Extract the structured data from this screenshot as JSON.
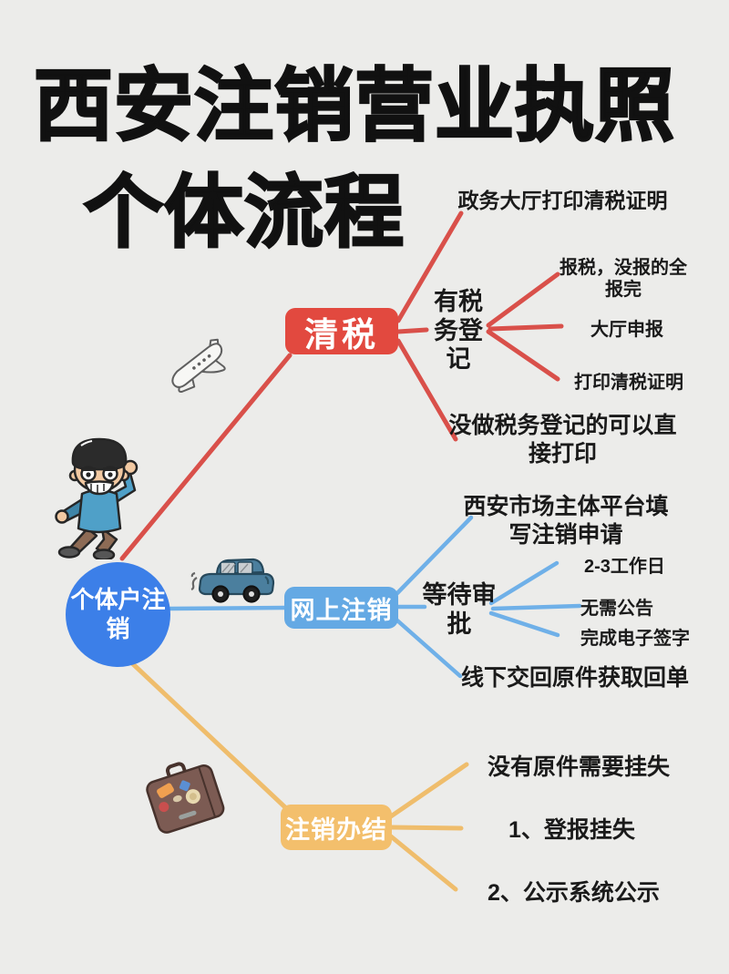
{
  "title": {
    "line1": "西安注销营业执照",
    "line2": "个体流程"
  },
  "root": {
    "label": "个体户注销"
  },
  "branches": [
    {
      "node": "清税",
      "color": "#E2493F",
      "children": [
        {
          "label": "政务大厅打印清税证明"
        },
        {
          "label": "有税务登记",
          "children": [
            "报税，没报的全报完",
            "大厅申报",
            "打印清税证明"
          ]
        },
        {
          "label": "没做税务登记的可以直接打印"
        }
      ]
    },
    {
      "node": "网上注销",
      "color": "#64A9E4",
      "children": [
        {
          "label": "西安市场主体平台填写注销申请"
        },
        {
          "label": "等待审批",
          "children": [
            "2-3工作日",
            "无需公告",
            "完成电子签字"
          ]
        },
        {
          "label": "线下交回原件获取回单"
        }
      ]
    },
    {
      "node": "注销办结",
      "color": "#F3BF6C",
      "children": [
        {
          "label": "没有原件需要挂失"
        },
        {
          "label": "1、登报挂失"
        },
        {
          "label": "2、公示系统公示"
        }
      ]
    }
  ],
  "colors": {
    "background": "#ECECEA",
    "title_text": "#111111",
    "label_text": "#1A1A1A",
    "root_fill": "#3C7FE8",
    "red_fill": "#E2493F",
    "red_line": "#D9504A",
    "blue_fill": "#64A9E4",
    "blue_line": "#6FB0E8",
    "orange_fill": "#F3BF6C",
    "orange_line": "#EFBD6C"
  },
  "icons": [
    {
      "name": "airplane-icon"
    },
    {
      "name": "cartoon-person-icon"
    },
    {
      "name": "car-icon"
    },
    {
      "name": "suitcase-icon"
    }
  ]
}
